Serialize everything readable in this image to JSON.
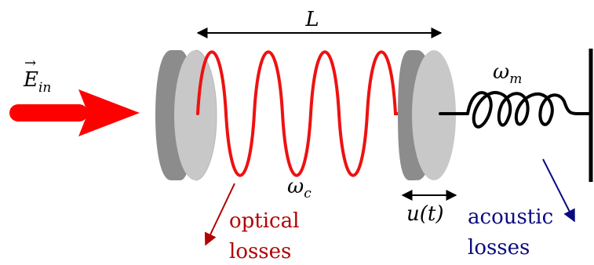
{
  "labels": {
    "length": "L",
    "input_field_base": "E",
    "input_field_vector": "→",
    "input_field_subscript": "in",
    "mechanical_frequency_base": "ω",
    "mechanical_frequency_subscript": "m",
    "cavity_frequency_base": "ω",
    "cavity_frequency_subscript": "c",
    "displacement": "u(t)",
    "optical_losses_line1": "optical",
    "optical_losses_line2": "losses",
    "acoustic_losses_line1": "acoustic",
    "acoustic_losses_line2": "losses"
  },
  "colors": {
    "laser_beam": "#ff0000",
    "cavity_wave": "#ee1111",
    "optical_losses": "#b30000",
    "acoustic_losses": "#0a0a80",
    "mirror_face": "#c8c8c8",
    "mirror_rim": "#8c8c8c",
    "line": "#000000"
  }
}
